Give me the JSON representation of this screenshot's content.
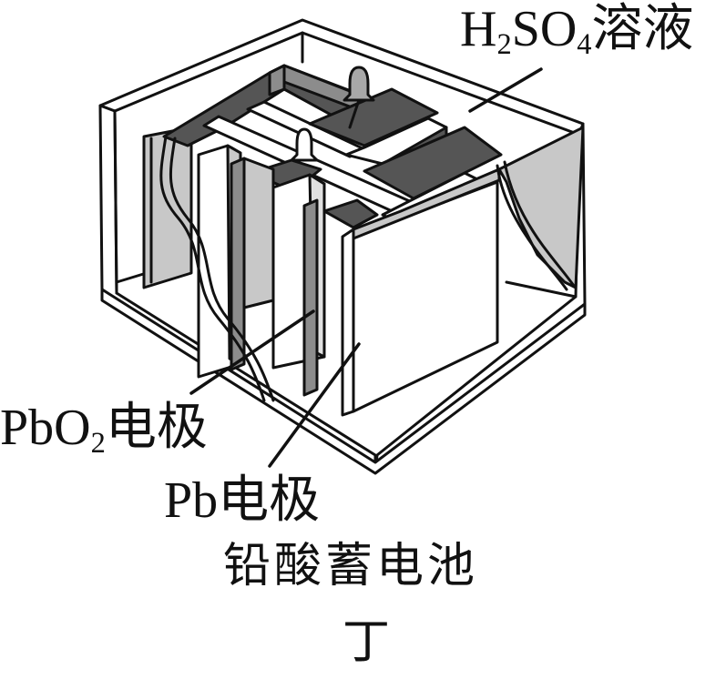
{
  "figure": {
    "type": "diagram",
    "subject": "lead-acid battery cutaway",
    "caption": "铅酸蓄电池",
    "figure_id": "丁"
  },
  "labels": {
    "electrolyte": {
      "formula_base": "H",
      "sub1": "2",
      "mid": "SO",
      "sub2": "4",
      "suffix": "溶液"
    },
    "positive_electrode": {
      "formula_base": "PbO",
      "sub": "2",
      "suffix": "电极"
    },
    "negative_electrode": {
      "formula": "Pb",
      "suffix": "电极"
    }
  },
  "colors": {
    "outline": "#111111",
    "dark_plate": "#555555",
    "mid_plate": "#8c8c8c",
    "light_plate": "#c8c8c8",
    "background": "#ffffff"
  }
}
